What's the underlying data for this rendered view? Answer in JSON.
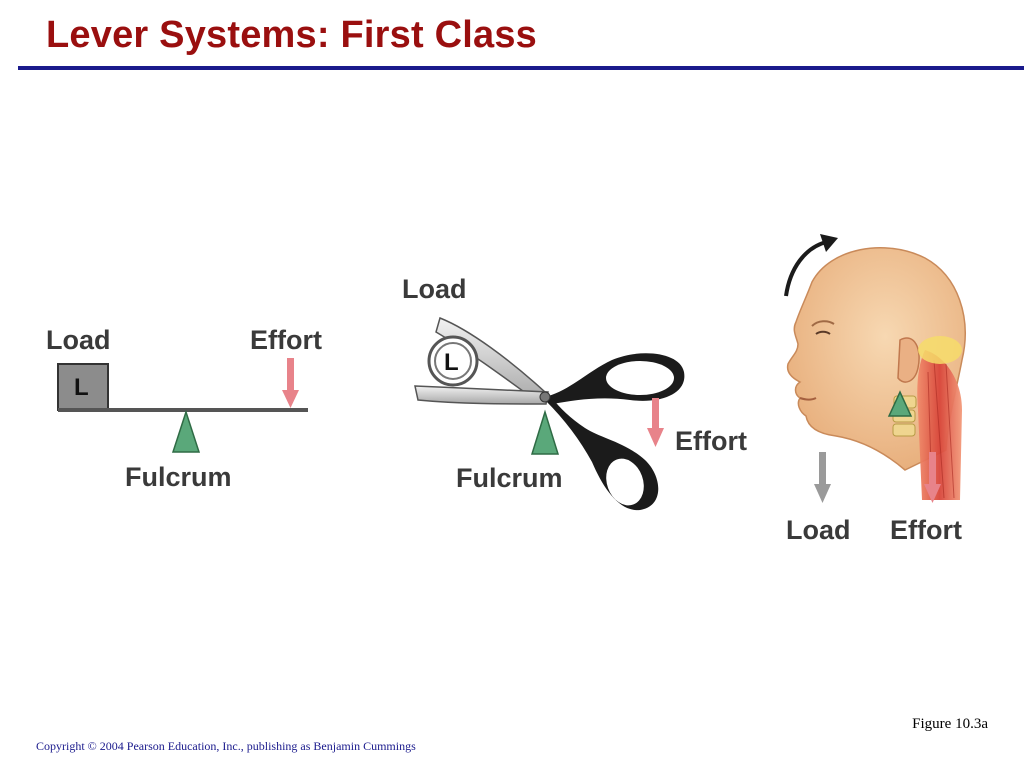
{
  "slide": {
    "title": "Lever Systems: First Class",
    "figure_label": "Figure 10.3a",
    "copyright": "Copyright © 2004 Pearson Education, Inc., publishing as Benjamin Cummings"
  },
  "panels": {
    "seesaw": {
      "load": "Load",
      "effort": "Effort",
      "fulcrum": "Fulcrum",
      "box_letter": "L"
    },
    "scissors": {
      "load": "Load",
      "effort": "Effort",
      "fulcrum": "Fulcrum",
      "circle_letter": "L"
    },
    "head": {
      "load": "Load",
      "effort": "Effort"
    }
  },
  "colors": {
    "title": "#9a0f0f",
    "rule": "#1a1a8c",
    "fulcrum": "#5aa87a",
    "effort_arrow": "#e8838a",
    "load_arrow": "#9a9a9a",
    "load_box": "#8c8c8c",
    "skin": "#f1c79a",
    "muscle": "#e05a4a"
  },
  "icons": [
    "fulcrum-triangle",
    "effort-arrow",
    "load-arrow",
    "scissors",
    "head-profile",
    "rotation-arrow"
  ]
}
